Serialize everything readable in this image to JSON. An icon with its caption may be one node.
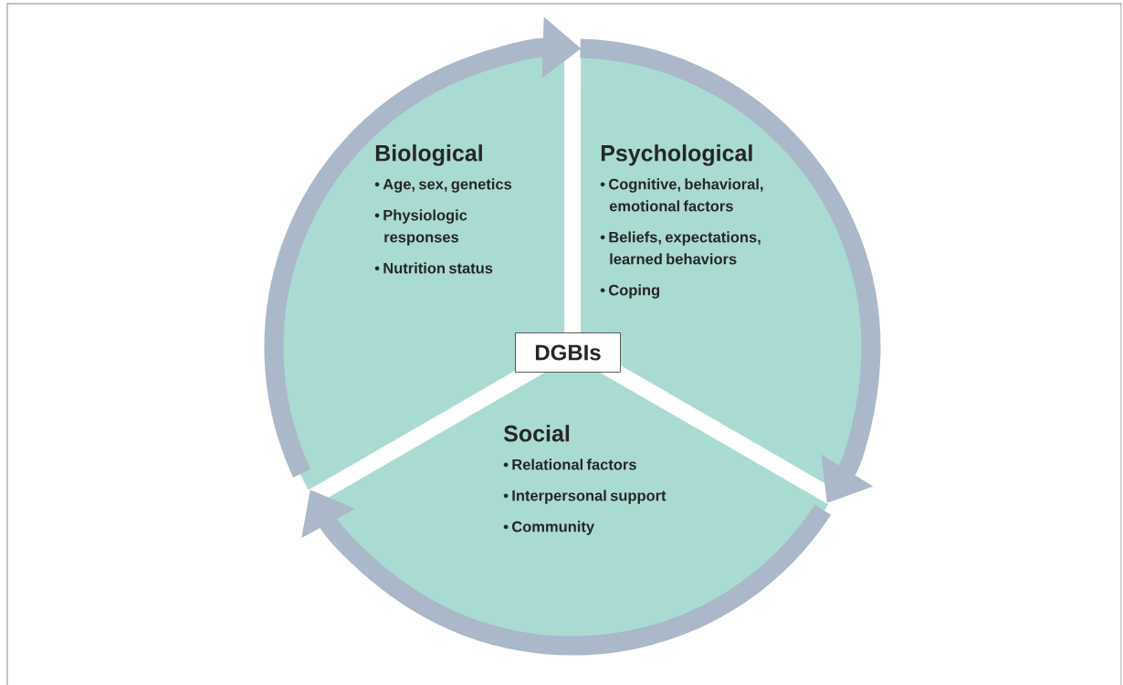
{
  "diagram": {
    "nodes": [
      {
        "text": [
          "Biological",
          "• Age, sex, genetics",
          "• Physiologic responses",
          "• Nutrition status"
        ]
      },
      {
        "text": [
          "Psychological",
          "• Cognitive, behavioral, emotional factors",
          "• Beliefs, expectations, learned behaviors",
          "• Coping"
        ]
      },
      {
        "text": [
          "Social",
          "• Relational factors",
          "• Interpersonal support",
          "• Community"
        ]
      },
      {
        "text": [
          "DGBIs"
        ]
      }
    ],
    "edges": [
      {
        "from": 0,
        "to": 1,
        "arrow": "to"
      },
      {
        "from": 1,
        "to": 2,
        "arrow": "to"
      },
      {
        "from": 2,
        "to": 0,
        "arrow": "to"
      }
    ]
  }
}
